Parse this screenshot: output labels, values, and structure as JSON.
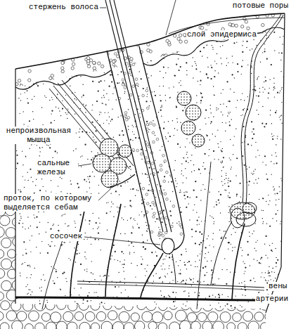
{
  "diagram": {
    "labels": [
      "стержень волоса",
      "слой эпидермиса",
      "потовые поры",
      "непроизвольная мышца",
      "сальные железы",
      "проток, по которому выделяется себам",
      "сосочек",
      "вены",
      "артерии"
    ]
  }
}
